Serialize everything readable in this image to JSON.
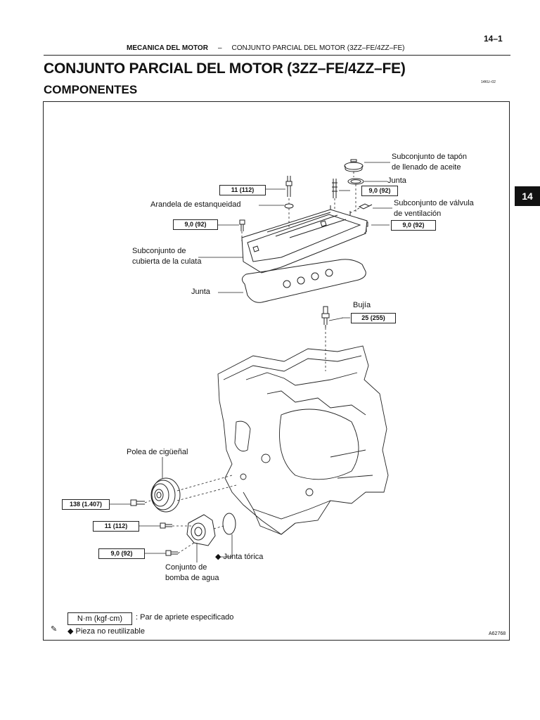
{
  "header": {
    "page_number": "14–1",
    "section": "MECANICA DEL MOTOR",
    "separator": "–",
    "subsection": "CONJUNTO PARCIAL DEL MOTOR (3ZZ–FE/4ZZ–FE)"
  },
  "title": "CONJUNTO PARCIAL DEL MOTOR (3ZZ–FE/4ZZ–FE)",
  "subtitle": "COMPONENTES",
  "ref_code": "14KU–02",
  "section_tab": "14",
  "labels": {
    "oil_filler_cap_line1": "Subconjunto de tapón",
    "oil_filler_cap_line2": "de llenado de aceite",
    "gasket_top": "Junta",
    "pcv_valve_line1": "Subconjunto de válvula",
    "pcv_valve_line2": "de ventilación",
    "seal_washer": "Arandela de estanqueidad",
    "head_cover_line1": "Subconjunto de",
    "head_cover_line2": "cubierta de la culata",
    "gasket_cover": "Junta",
    "spark_plug": "Bujía",
    "crank_pulley": "Polea de cigüeñal",
    "o_ring": "◆ Junta tórica",
    "water_pump_line1": "Conjunto de",
    "water_pump_line2": "bomba de agua"
  },
  "torques": {
    "bolt_top": "11 (112)",
    "pcv": "9,0 (92)",
    "cover_left": "9,0 (92)",
    "cover_right": "9,0 (92)",
    "spark_plug": "25 (255)",
    "crank_bolt": "138 (1.407)",
    "pump_bolt_a": "11 (112)",
    "pump_bolt_b": "9,0 (92)"
  },
  "legend": {
    "torque_unit": "N·m (kgf·cm)",
    "torque_text": ": Par de apriete especificado",
    "non_reusable_text": "◆ Pieza no reutilizable"
  },
  "figure_code": "A62768"
}
